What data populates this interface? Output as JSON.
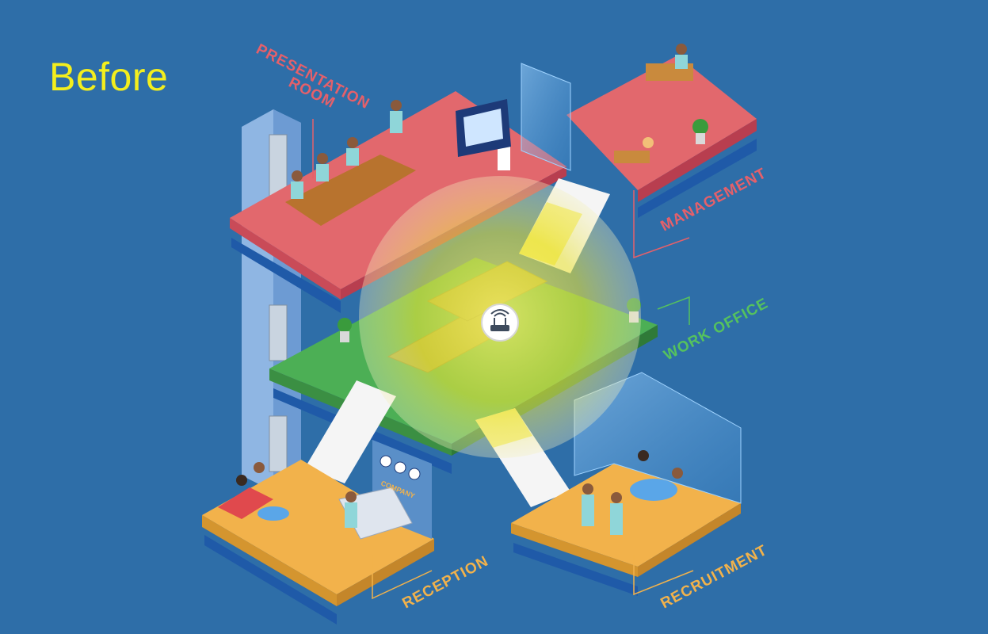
{
  "heading": "Before",
  "rooms": {
    "presentation_line1": "PRESENTATION",
    "presentation_line2": "ROOM",
    "management": "MANAGEMENT",
    "work_office": "WORK OFFICE",
    "reception": "RECEPTION",
    "recruitment": "RECRUITMENT"
  },
  "signage": {
    "company": "COMPANY"
  },
  "colors": {
    "background": "#2e6ea8",
    "heading": "#f3ee1d",
    "presentation_floor": "#e2686d",
    "office_floor": "#4caf55",
    "reception_floor": "#f2b24b",
    "wifi_coverage": "#f7e23a",
    "label_red": "#e5606a",
    "label_green": "#55c25e",
    "label_orange": "#f2b24b"
  },
  "icons": {
    "router": "wifi-router-icon"
  }
}
